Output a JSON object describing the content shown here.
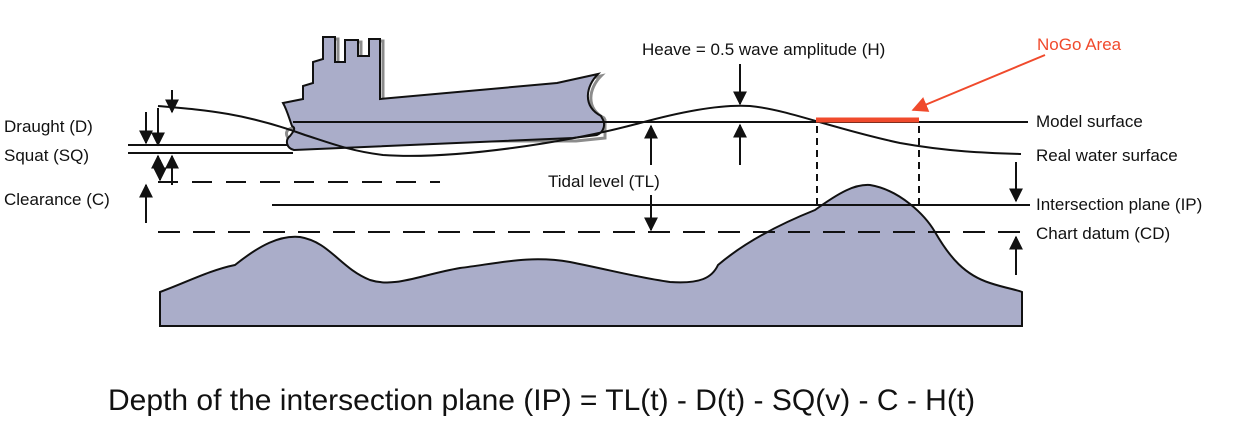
{
  "labels": {
    "draught": "Draught (D)",
    "squat": "Squat (SQ)",
    "clearance": "Clearance (C)",
    "heave": "Heave = 0.5 wave amplitude (H)",
    "nogo": "NoGo Area",
    "tidal": "Tidal level (TL)",
    "model_surface": "Model surface",
    "real_surface": "Real water surface",
    "intersection_plane": "Intersection plane (IP)",
    "chart_datum": "Chart datum (CD)"
  },
  "formula": "Depth of the intersection plane (IP) = TL(t) - D(t) - SQ(v) - C - H(t)",
  "colors": {
    "fill": "#aaadc9",
    "stroke": "#111111",
    "shadow": "#8c8c8c",
    "nogo": "#f04a2c"
  }
}
